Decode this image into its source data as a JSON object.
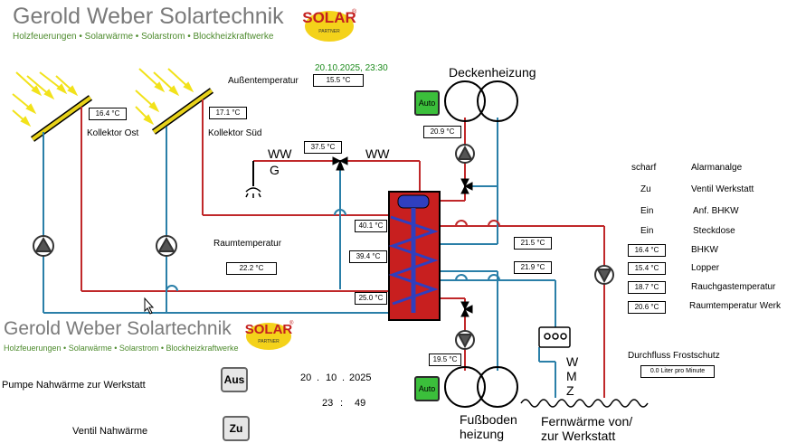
{
  "brand": {
    "name": "Gerold Weber Solartechnik",
    "tagline": "Holzfeuerungen • Solarwärme • Solarstrom • Blockheizkraftwerke",
    "logo_text": "SOLAR",
    "logo_sub": "PARTNER",
    "logo_mark": "®"
  },
  "header": {
    "datetime": "20.10.2025, 23:30"
  },
  "outdoor": {
    "label": "Außentemperatur",
    "value": "15.5 °C"
  },
  "collectors": {
    "east": {
      "label": "Kollektor Ost",
      "value": "16.4 °C"
    },
    "south": {
      "label": "Kollektor Süd",
      "value": "17.1 °C"
    }
  },
  "ww": {
    "left": "WW",
    "left_sub": "G",
    "right": "WW",
    "temp": "37.5 °C"
  },
  "room": {
    "label": "Raumtemperatur",
    "value": "22.2 °C"
  },
  "tank": {
    "t1": "40.1 °C",
    "t2": "39.4 °C",
    "t3": "25.0 °C"
  },
  "ceiling": {
    "label": "Deckenheizung",
    "auto": "Auto",
    "temp": "20.9 °C"
  },
  "floor": {
    "label_line1": "Fußboden",
    "label_line2": "heizung",
    "auto": "Auto",
    "temp": "19.5 °C"
  },
  "pipes": {
    "t_upper": "21.5 °C",
    "t_lower": "21.9 °C"
  },
  "wmz": {
    "letters": [
      "W",
      "M",
      "Z"
    ]
  },
  "district": {
    "line1": "Fernwärme von/",
    "line2": "zur Werkstatt"
  },
  "status": [
    {
      "state": "scharf",
      "name": "Alarmanalge"
    },
    {
      "state": "Zu",
      "name": "Ventil Werkstatt"
    },
    {
      "state": "Ein",
      "name": "Anf. BHKW"
    },
    {
      "state": "Ein",
      "name": "Steckdose"
    }
  ],
  "temps": [
    {
      "value": "16.4 °C",
      "name": "BHKW"
    },
    {
      "value": "15.4 °C",
      "name": "Lopper"
    },
    {
      "value": "18.7 °C",
      "name": "Rauchgastemperatur"
    },
    {
      "value": "20.6 °C",
      "name": "Raumtemperatur Werk"
    }
  ],
  "flow": {
    "label": "Durchfluss Frostschutz",
    "value": "0.0 Liter pro Minute"
  },
  "controls": {
    "pump_label": "Pumpe  Nahwärme zur Werkstatt",
    "pump_button": "Aus",
    "valve_label": "Ventil Nahwärme",
    "valve_button": "Zu",
    "date_day": "20",
    "date_month": "10",
    "date_year": "2025",
    "time_hour": "23",
    "time_minute": "49",
    "date_sep": ".",
    "time_sep": ":"
  },
  "colors": {
    "hot": "#c0282a",
    "cold": "#2a7fa8",
    "tank": "#c81f1f",
    "coil": "#2f3fbf",
    "auto": "#3bbf3b",
    "brand_green": "#4c8a2c"
  }
}
